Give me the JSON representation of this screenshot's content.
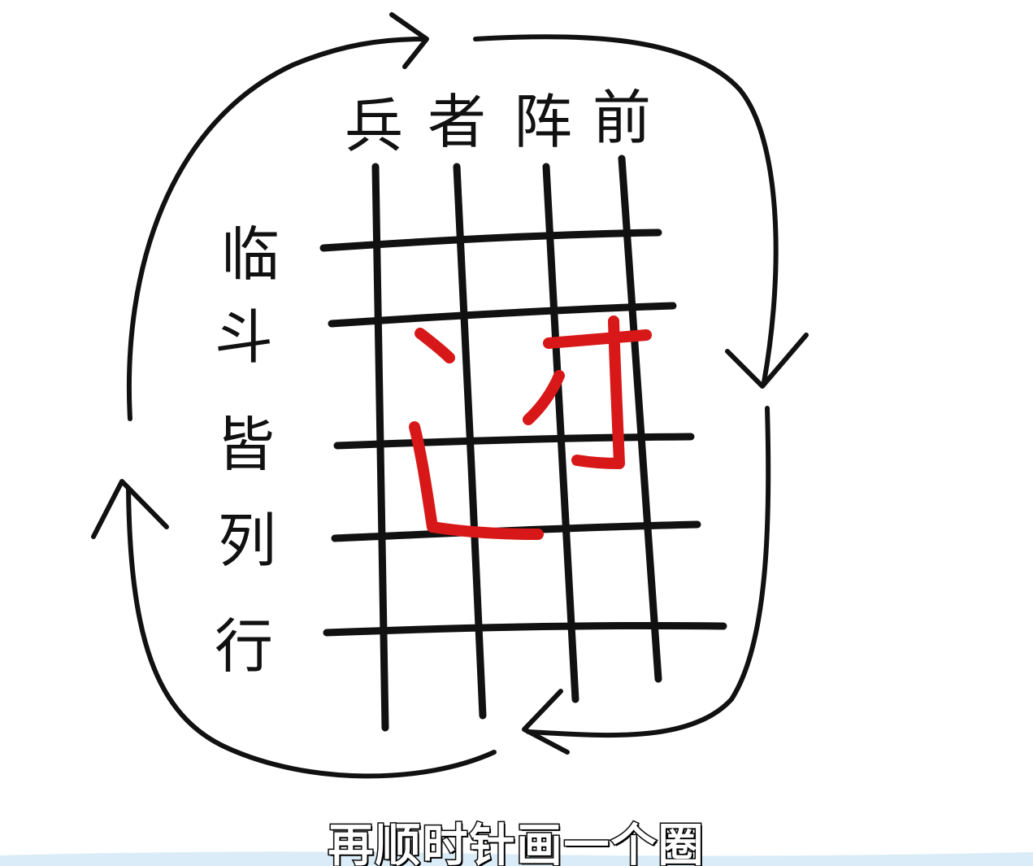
{
  "top_row": [
    "兵",
    "者",
    "阵",
    "前"
  ],
  "left_column": [
    "临",
    "斗",
    "皆",
    "列",
    "行"
  ],
  "caption": "再顺时针画一个圈",
  "colors": {
    "ink": "#111111",
    "center_mark": "#d81818",
    "background": "#ffffff",
    "strip": "#cfe7f5"
  }
}
